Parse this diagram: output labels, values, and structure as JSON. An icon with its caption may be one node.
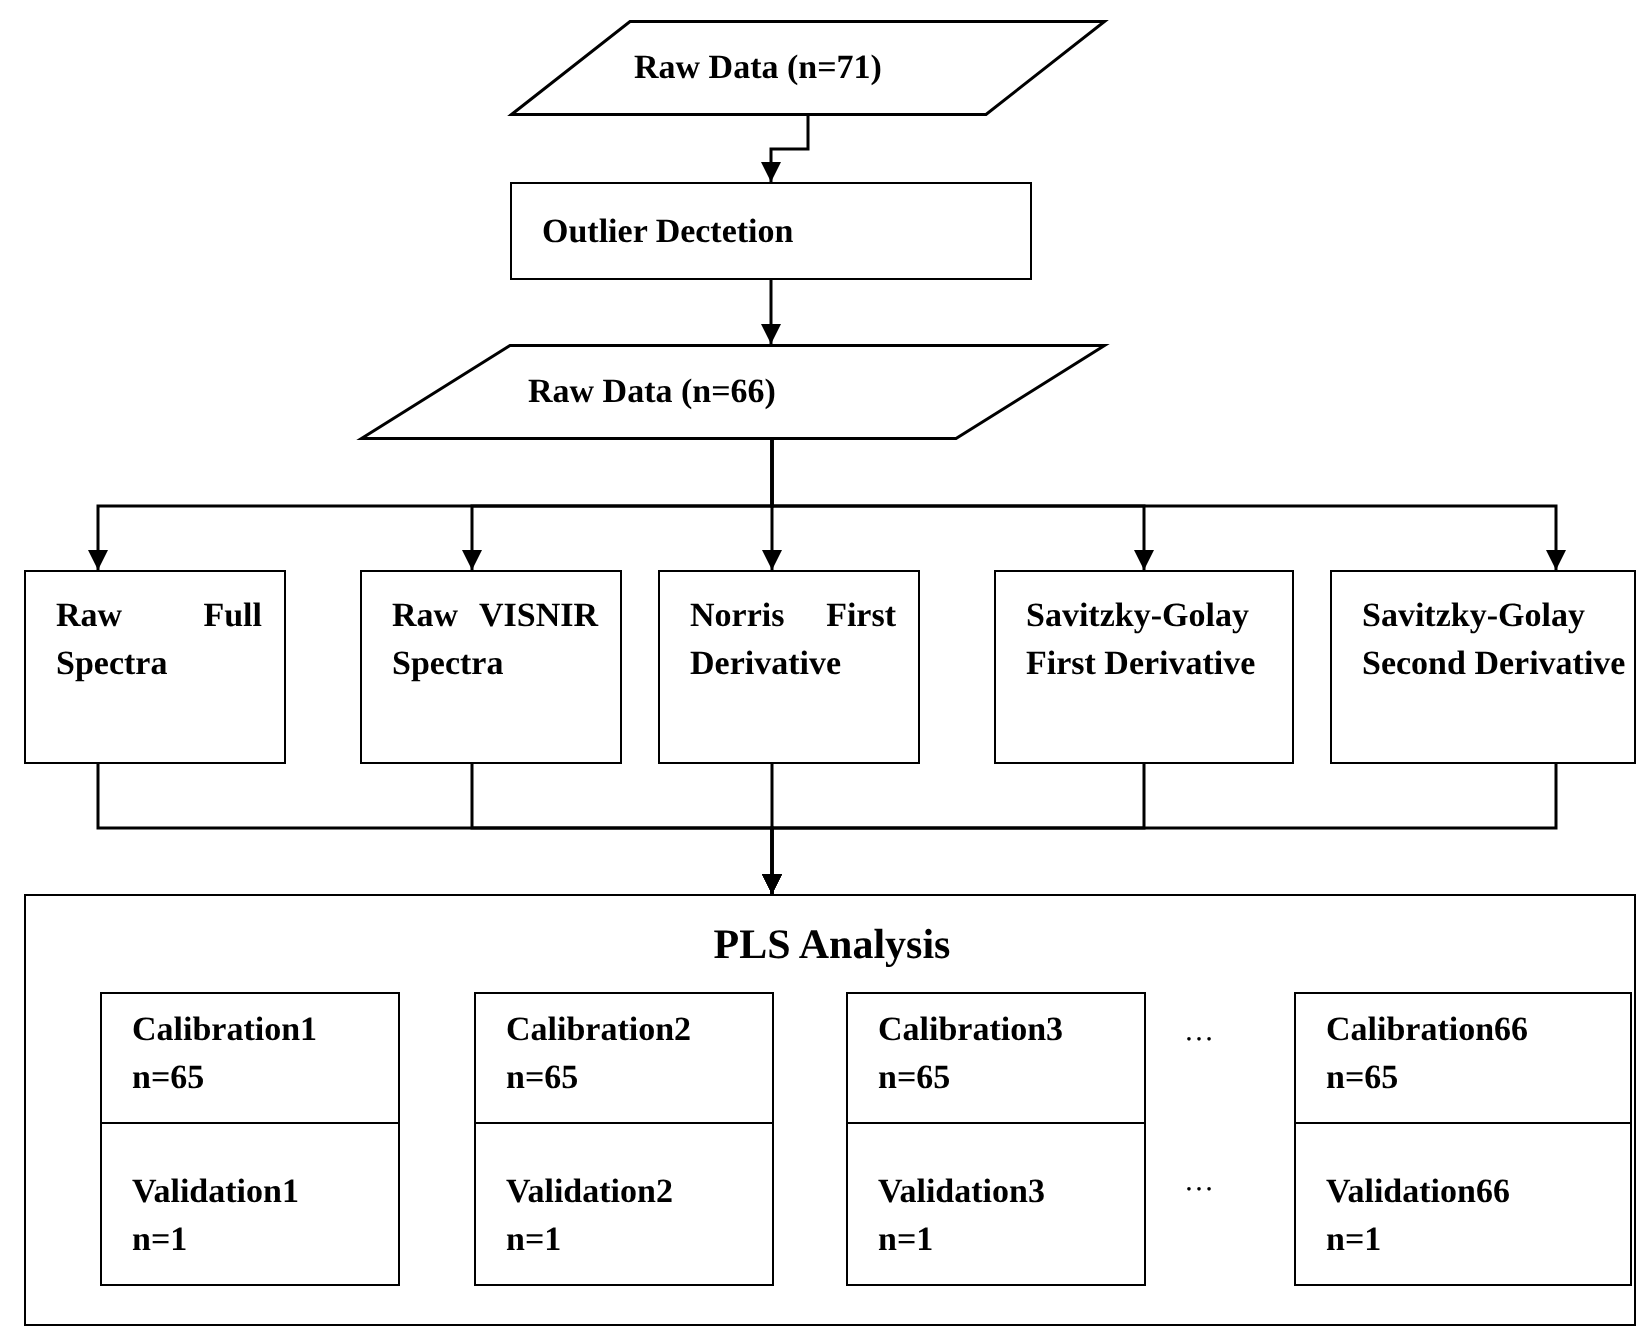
{
  "diagram": {
    "nodes": [
      {
        "text": [
          "Raw Data (n=71)"
        ]
      },
      {
        "text": [
          "Outlier Dectetion"
        ]
      },
      {
        "text": [
          "Raw Data (n=66)"
        ]
      },
      {
        "text": [
          "Raw Full Spectra"
        ]
      },
      {
        "text": [
          "Raw VISNIR Spectra"
        ]
      },
      {
        "text": [
          "Norris First Derivative"
        ]
      },
      {
        "text": [
          "Savitzky-Golay First Derivative"
        ]
      },
      {
        "text": [
          "Savitzky-Golay Second Derivative"
        ]
      },
      {
        "text": [
          "PLS Analysis"
        ]
      },
      {
        "text": [
          "Calibration1",
          "n=65"
        ],
        "in": 8
      },
      {
        "text": [
          "Validation1",
          "n=1"
        ],
        "in": 8
      },
      {
        "text": [
          "Calibration2",
          "n=65"
        ],
        "in": 8
      },
      {
        "text": [
          "Validation2",
          "n=1"
        ],
        "in": 8
      },
      {
        "text": [
          "Calibration3",
          "n=65"
        ],
        "in": 8
      },
      {
        "text": [
          "Validation3",
          "n=1"
        ],
        "in": 8
      },
      {
        "text": [
          "Calibration66",
          "n=65"
        ],
        "in": 8
      },
      {
        "text": [
          "Validation66",
          "n=1"
        ],
        "in": 8
      }
    ],
    "edges": [
      {
        "from": 0,
        "to": 1,
        "arrow": "to"
      },
      {
        "from": 1,
        "to": 2,
        "arrow": "to"
      },
      {
        "from": 2,
        "to": 3,
        "arrow": "to"
      },
      {
        "from": 2,
        "to": 4,
        "arrow": "to"
      },
      {
        "from": 2,
        "to": 5,
        "arrow": "to"
      },
      {
        "from": 2,
        "to": 6,
        "arrow": "to"
      },
      {
        "from": 2,
        "to": 7,
        "arrow": "to"
      },
      {
        "from": 3,
        "to": 8,
        "arrow": "to"
      },
      {
        "from": 4,
        "to": 8,
        "arrow": "to"
      },
      {
        "from": 5,
        "to": 8,
        "arrow": "to"
      },
      {
        "from": 6,
        "to": 8,
        "arrow": "to"
      },
      {
        "from": 7,
        "to": 8,
        "arrow": "to"
      }
    ],
    "labels": [
      "…",
      "…"
    ]
  }
}
